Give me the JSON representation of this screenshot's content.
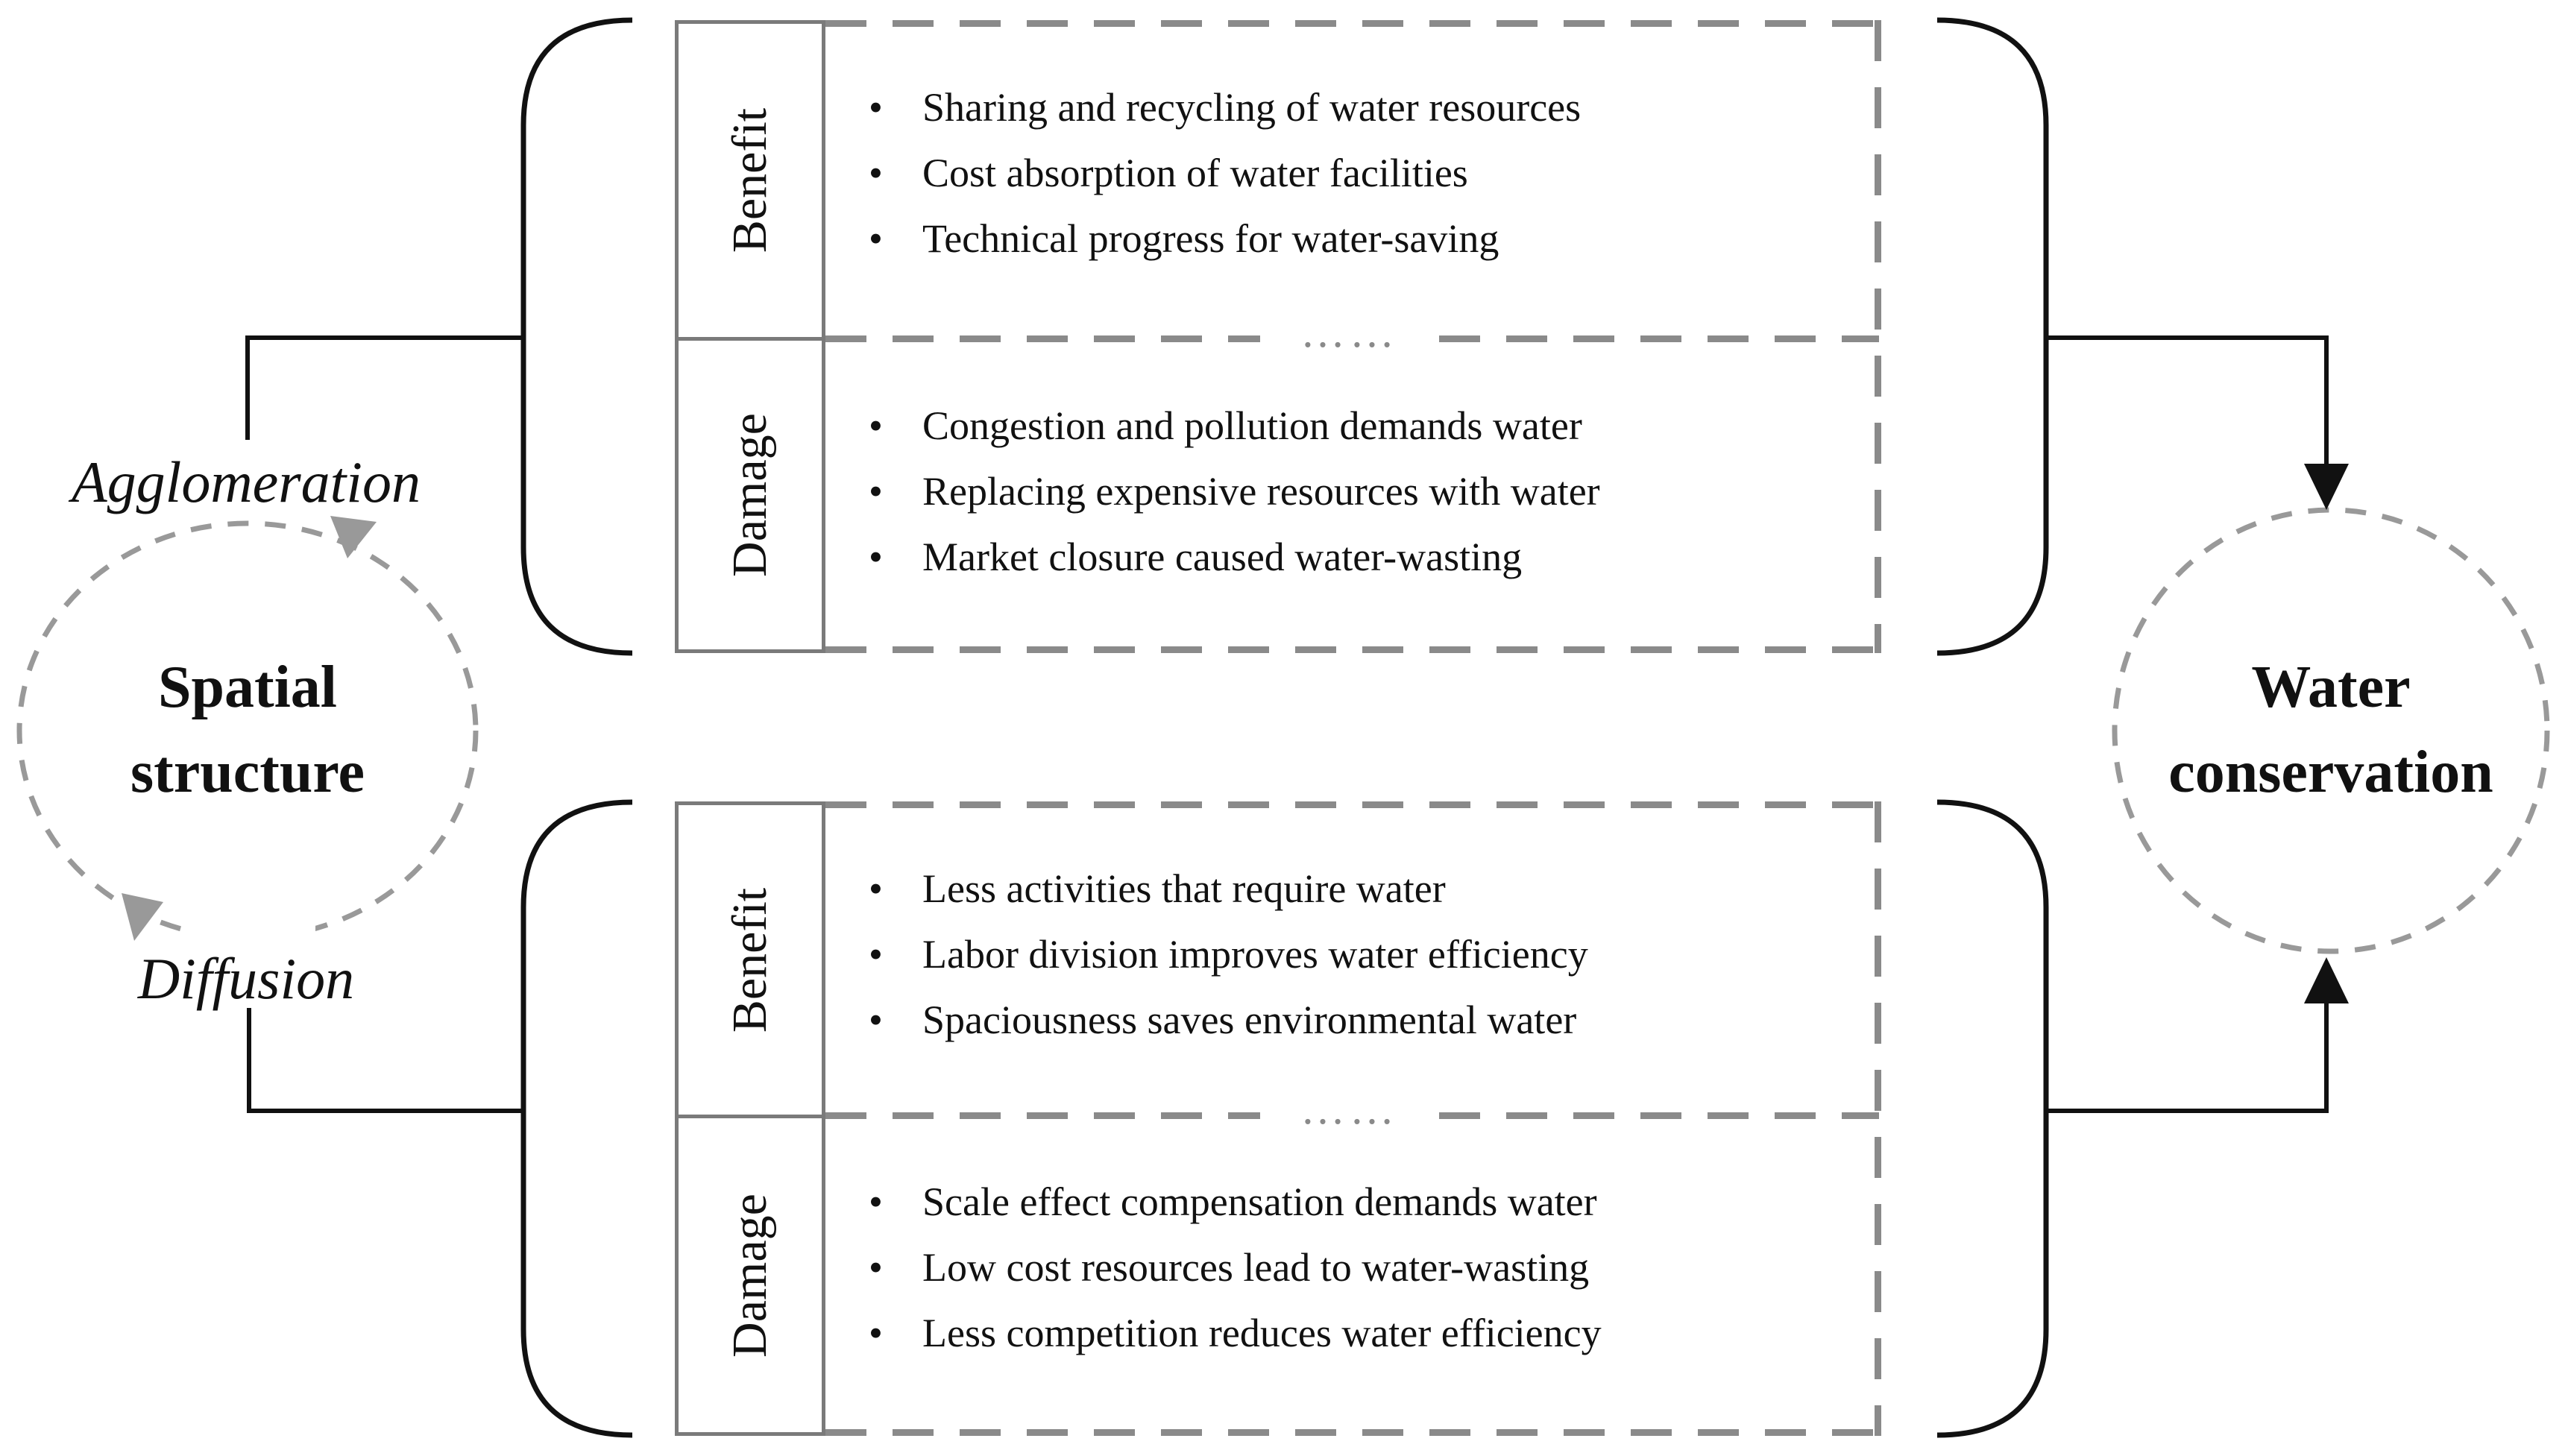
{
  "figure": {
    "left_cycle": {
      "top_label": "Agglomeration",
      "center_lines": [
        "Spatial",
        "structure"
      ],
      "bottom_label": "Diffusion"
    },
    "right_node": {
      "lines": [
        "Water",
        "conservation"
      ]
    },
    "bullet_glyph": "•",
    "boxes": [
      {
        "id": "agglomeration-effects",
        "ellipsis": "……",
        "sections": [
          {
            "label": "Benefit",
            "items": [
              "Sharing and recycling of water resources",
              "Cost absorption of water facilities",
              "Technical progress for water-saving"
            ]
          },
          {
            "label": "Damage",
            "items": [
              "Congestion and pollution demands water",
              "Replacing expensive resources with water",
              "Market closure caused water-wasting"
            ]
          }
        ]
      },
      {
        "id": "diffusion-effects",
        "ellipsis": "……",
        "sections": [
          {
            "label": "Benefit",
            "items": [
              "Less activities that require water",
              "Labor division improves water efficiency",
              "Spaciousness saves environmental water"
            ]
          },
          {
            "label": "Damage",
            "items": [
              "Scale effect compensation demands water",
              "Low cost resources lead to water-wasting",
              "Less competition reduces water efficiency"
            ]
          }
        ]
      }
    ],
    "colors": {
      "line_black": "#111111",
      "gray_solid": "#7a7a7a",
      "gray_dashed": "#8a8a8a",
      "gray_circle": "#999999",
      "background": "#ffffff"
    }
  }
}
